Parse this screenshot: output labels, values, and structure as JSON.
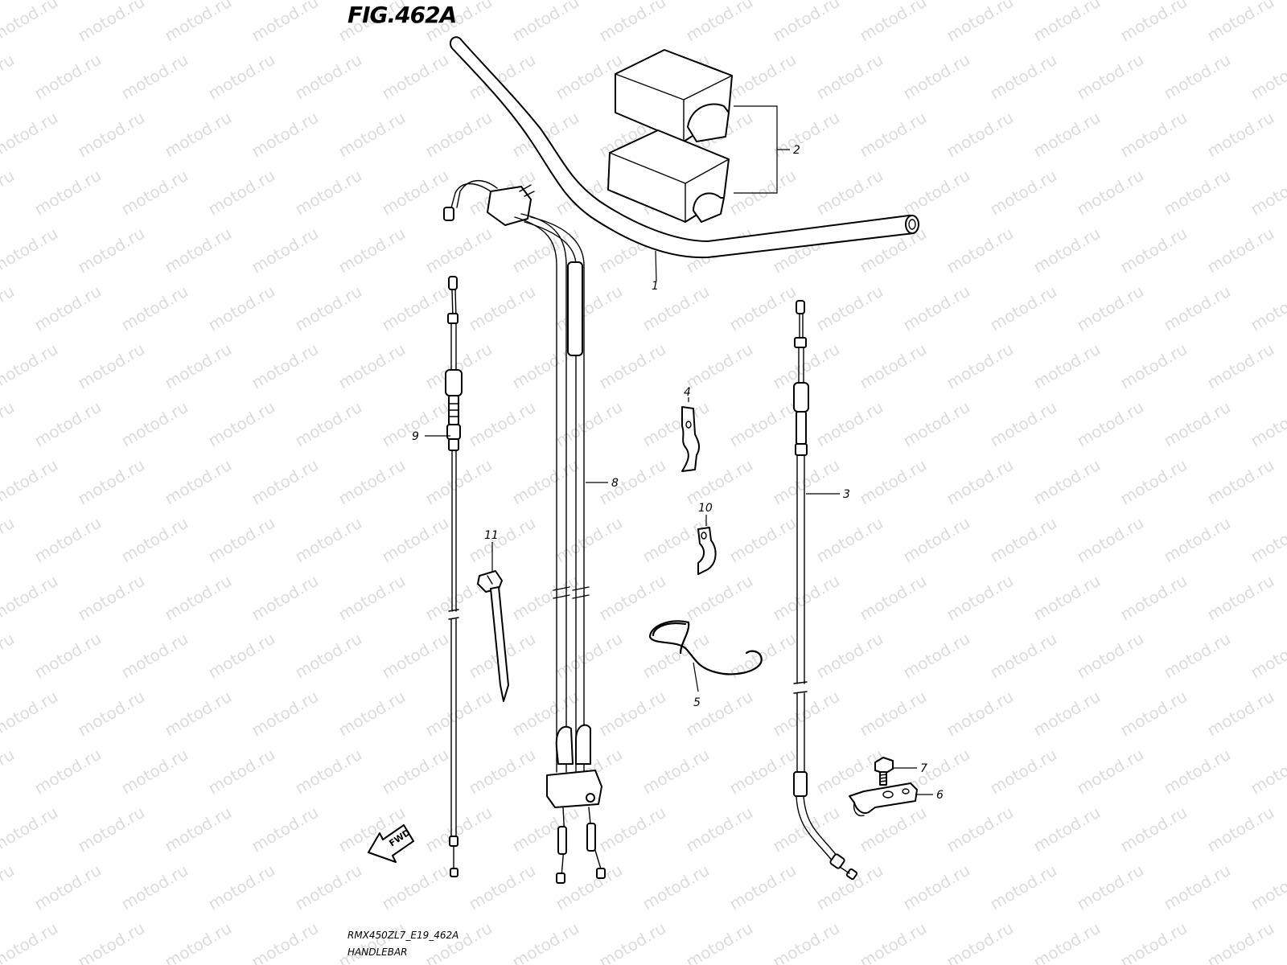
{
  "figure": {
    "title": "FIG.462A",
    "model_code": "RMX450ZL7_E19_462A",
    "section_name": "HANDLEBAR"
  },
  "watermark": "motod.ru",
  "direction_marker": {
    "label": "FWD",
    "icon": "forward-arrow-icon"
  },
  "callouts": {
    "c1": "1",
    "c2": "2",
    "c3": "3",
    "c4": "4",
    "c5": "5",
    "c6": "6",
    "c7": "7",
    "c8": "8",
    "c9": "9",
    "c10": "10",
    "c11": "11"
  }
}
